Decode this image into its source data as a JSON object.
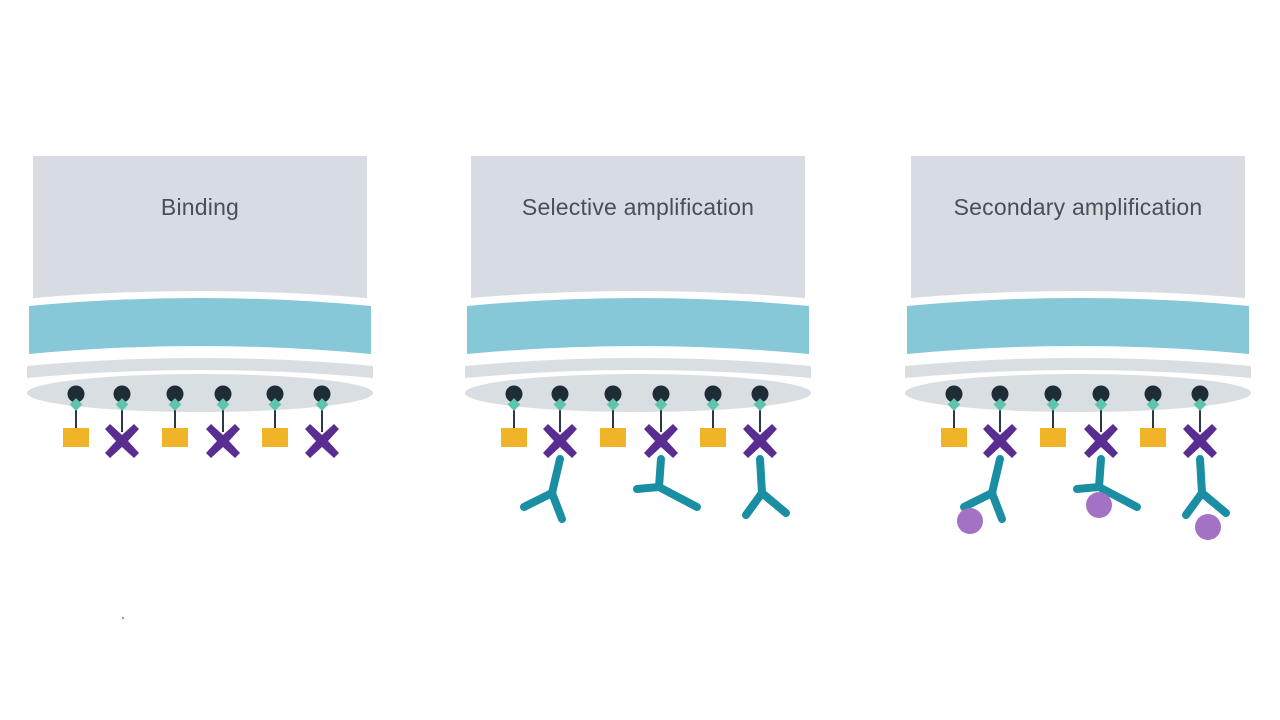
{
  "panels": [
    {
      "title": "Binding",
      "molecules": [
        {
          "antigen": "square"
        },
        {
          "antigen": "cross"
        },
        {
          "antigen": "square"
        },
        {
          "antigen": "cross"
        },
        {
          "antigen": "square"
        },
        {
          "antigen": "cross"
        }
      ]
    },
    {
      "title": "Selective amplification",
      "molecules": [
        {
          "antigen": "square"
        },
        {
          "antigen": "cross",
          "antibody": "left"
        },
        {
          "antigen": "square"
        },
        {
          "antigen": "cross",
          "antibody": "right"
        },
        {
          "antigen": "square"
        },
        {
          "antigen": "cross",
          "antibody": "down"
        }
      ]
    },
    {
      "title": "Secondary amplification",
      "molecules": [
        {
          "antigen": "square"
        },
        {
          "antigen": "cross",
          "antibody": "left",
          "label": true
        },
        {
          "antigen": "square"
        },
        {
          "antigen": "cross",
          "antibody": "right",
          "label": true
        },
        {
          "antigen": "square"
        },
        {
          "antigen": "cross",
          "antibody": "down",
          "label": true
        }
      ]
    }
  ],
  "colors": {
    "block": "#d6dce2",
    "band": "#86c7d8",
    "lower_disc": "#d9dee3",
    "anchor": "#1e2d35",
    "linker": "#5ec4ad",
    "stem": "#2b3a40",
    "antigen_square": "#f0b429",
    "antigen_cross": "#5a2d91",
    "antibody": "#1a8ea3",
    "label_dot": "#a472c4",
    "title": "#4a4f55"
  }
}
